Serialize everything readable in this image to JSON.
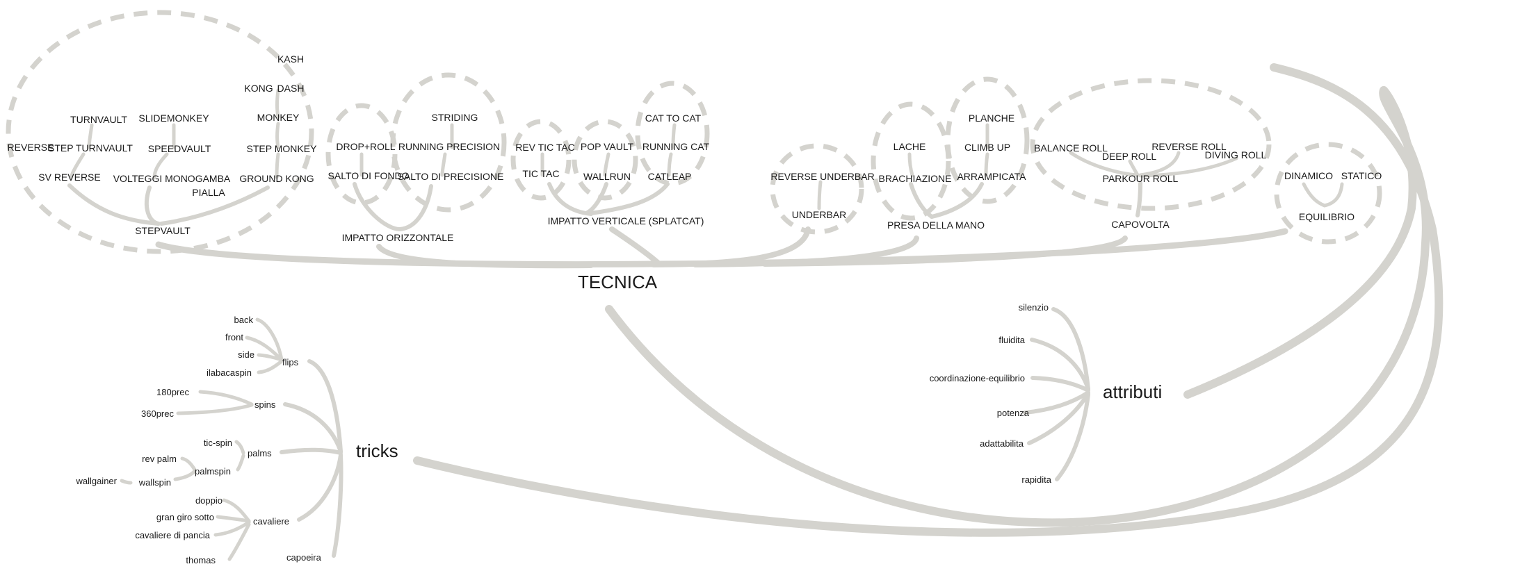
{
  "hubs": {
    "tecnica": "TECNICA",
    "tricks": "tricks",
    "attributi": "attributi"
  },
  "tecnica": {
    "kash": "KASH",
    "kong": "KONG",
    "dash": "DASH",
    "monkey": "MONKEY",
    "step_monkey": "STEP MONKEY",
    "ground_kong": "GROUND KONG",
    "turnvault": "TURNVAULT",
    "slidemonkey": "SLIDEMONKEY",
    "reverse": "REVERSE",
    "step_turnvault": "STEP TURNVAULT",
    "speedvault": "SPEEDVAULT",
    "sv_reverse": "SV REVERSE",
    "volteggi_monogamba": "VOLTEGGI MONOGAMBA",
    "pialla": "PIALLA",
    "stepvault": "STEPVAULT",
    "drop_roll": "DROP+ROLL",
    "salto_di_fondo": "SALTO DI FONDO",
    "striding": "STRIDING",
    "running_precision": "RUNNING PRECISION",
    "salto_di_precisione": "SALTO DI PRECISIONE",
    "impatto_orizzontale": "IMPATTO ORIZZONTALE",
    "rev_tic_tac": "REV TIC TAC",
    "tic_tac": "TIC TAC",
    "pop_vault": "POP VAULT",
    "wallrun": "WALLRUN",
    "cat_to_cat": "CAT TO CAT",
    "running_cat": "RUNNING CAT",
    "catleap": "CATLEAP",
    "impatto_verticale": "IMPATTO VERTICALE (SPLATCAT)",
    "reverse_underbar": "REVERSE UNDERBAR",
    "underbar": "UNDERBAR",
    "lache": "LACHE",
    "brachiazione": "BRACHIAZIONE",
    "planche": "PLANCHE",
    "climb_up": "CLIMB UP",
    "arrampicata": "ARRAMPICATA",
    "presa_della_mano": "PRESA DELLA MANO",
    "balance_roll": "BALANCE ROLL",
    "deep_roll": "DEEP ROLL",
    "reverse_roll": "REVERSE ROLL",
    "diving_roll": "DIVING ROLL",
    "parkour_roll": "PARKOUR ROLL",
    "capovolta": "CAPOVOLTA",
    "dinamico": "DINAMICO",
    "statico": "STATICO",
    "equilibrio": "EQUILIBRIO"
  },
  "tricks": {
    "back": "back",
    "front": "front",
    "side": "side",
    "ilabacaspin": "ilabacaspin",
    "flips": "flips",
    "180prec": "180prec",
    "360prec": "360prec",
    "spins": "spins",
    "tic_spin": "tic-spin",
    "rev_palm": "rev palm",
    "palmspin": "palmspin",
    "palms": "palms",
    "wallgainer": "wallgainer",
    "wallspin": "wallspin",
    "doppio": "doppio",
    "gran_giro_sotto": "gran giro sotto",
    "cavaliere_di_pancia": "cavaliere di pancia",
    "thomas": "thomas",
    "cavaliere": "cavaliere",
    "capoeira": "capoeira"
  },
  "attributi": {
    "silenzio": "silenzio",
    "fluidita": "fluidita",
    "coordinazione_equilibrio": "coordinazione-equilibrio",
    "potenza": "potenza",
    "adattabilita": "adattabilita",
    "rapidita": "rapidita"
  },
  "colors": {
    "link": "#d4d3ce",
    "text": "#1a1a1a",
    "background": "#ffffff"
  }
}
